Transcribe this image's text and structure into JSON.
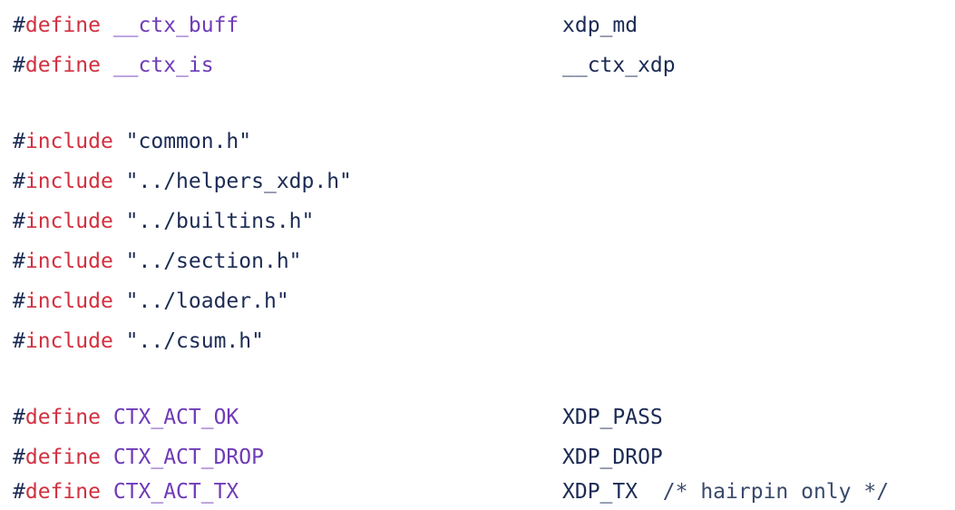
{
  "lines": {
    "l1": {
      "hash": "#",
      "kw": "define",
      "name": "__ctx_buff",
      "value": "xdp_md"
    },
    "l2": {
      "hash": "#",
      "kw": "define",
      "name": "__ctx_is",
      "value": "__ctx_xdp"
    },
    "l3": {
      "hash": "#",
      "kw": "include",
      "str": "\"common.h\""
    },
    "l4": {
      "hash": "#",
      "kw": "include",
      "str": "\"../helpers_xdp.h\""
    },
    "l5": {
      "hash": "#",
      "kw": "include",
      "str": "\"../builtins.h\""
    },
    "l6": {
      "hash": "#",
      "kw": "include",
      "str": "\"../section.h\""
    },
    "l7": {
      "hash": "#",
      "kw": "include",
      "str": "\"../loader.h\""
    },
    "l8": {
      "hash": "#",
      "kw": "include",
      "str": "\"../csum.h\""
    },
    "l9": {
      "hash": "#",
      "kw": "define",
      "name": "CTX_ACT_OK",
      "value": "XDP_PASS"
    },
    "l10": {
      "hash": "#",
      "kw": "define",
      "name": "CTX_ACT_DROP",
      "value": "XDP_DROP"
    },
    "l11": {
      "hash": "#",
      "kw": "define",
      "name": "CTX_ACT_TX",
      "value": "XDP_TX",
      "comment": "/* hairpin only */"
    }
  },
  "colors": {
    "keyword": "#d2303f",
    "macro": "#6f3bb8",
    "text": "#1c2b55"
  }
}
